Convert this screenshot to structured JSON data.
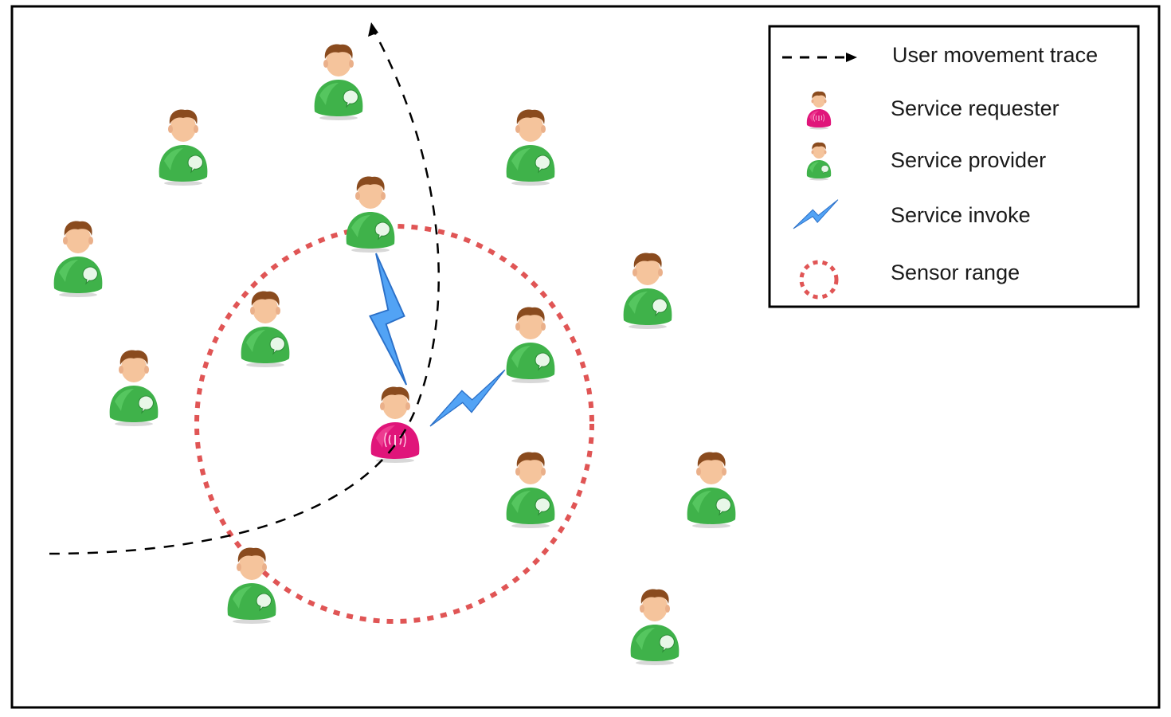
{
  "legend": {
    "items": [
      {
        "key": "trace",
        "label": "User  movement trace"
      },
      {
        "key": "requester",
        "label": "Service requester"
      },
      {
        "key": "provider",
        "label": "Service provider"
      },
      {
        "key": "invoke",
        "label": "Service invoke"
      },
      {
        "key": "range",
        "label": "Sensor range"
      }
    ]
  },
  "colors": {
    "frame": "#000000",
    "provider_shirt": "#3fb24a",
    "requester_shirt": "#e0157a",
    "skin": "#f5c49c",
    "hair": "#8a4b1e",
    "sensor_range": "#e05555",
    "invoke": "#3d8ff0",
    "trace": "#000000"
  },
  "icons": {
    "provider": "green-user-with-chat-bubble",
    "requester": "pink-user-with-wireless-signal",
    "invoke": "lightning-bolt",
    "range": "dotted-circle",
    "trace": "dashed-arrow"
  }
}
